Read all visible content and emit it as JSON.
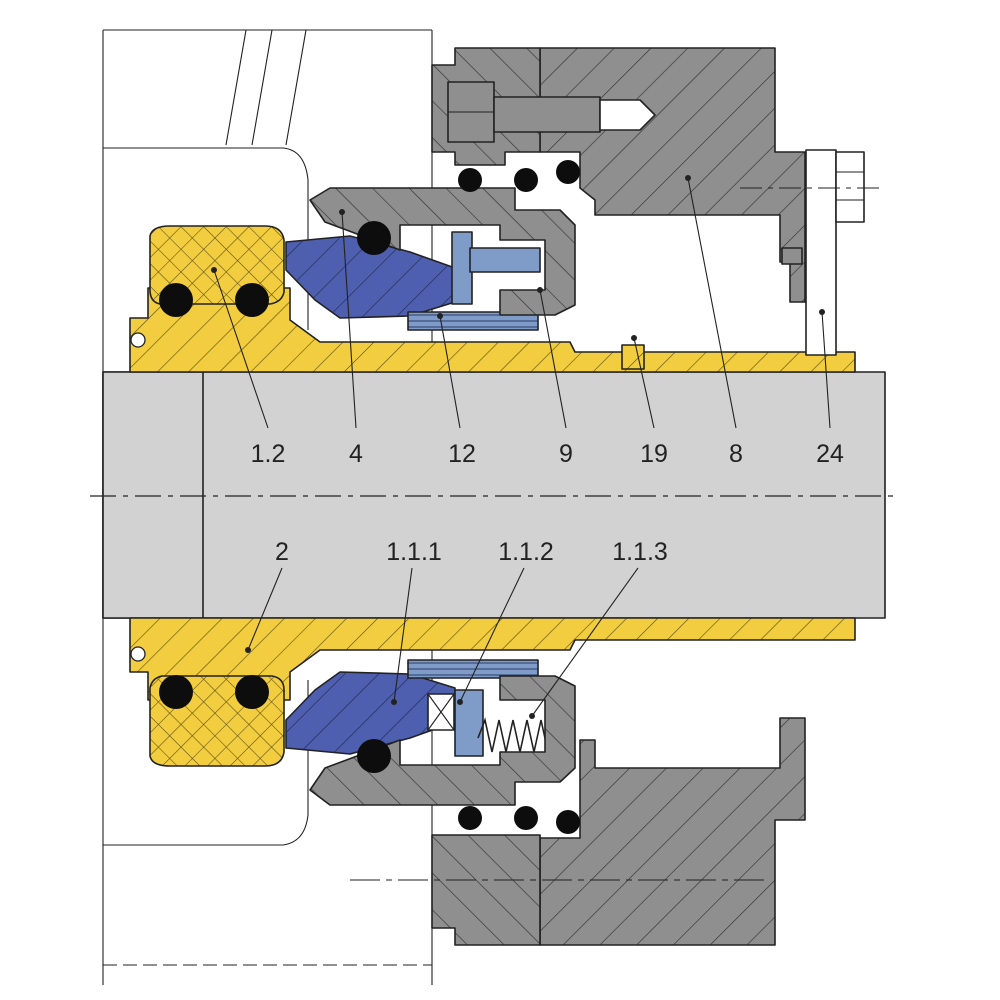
{
  "colors": {
    "shaft": "#d2d2d2",
    "sleeve_yellow": "#f1cd3f",
    "seal_face_blue": "#4d5fae",
    "spring_part_blue": "#7f9cc9",
    "gland_grey": "#8f8f8f",
    "oring_black": "#0d0d0d",
    "outline": "#222222"
  },
  "callouts_top": [
    {
      "id": "c-1-2",
      "text": "1.2"
    },
    {
      "id": "c-4",
      "text": "4"
    },
    {
      "id": "c-12",
      "text": "12"
    },
    {
      "id": "c-9",
      "text": "9"
    },
    {
      "id": "c-19",
      "text": "19"
    },
    {
      "id": "c-8",
      "text": "8"
    },
    {
      "id": "c-24",
      "text": "24"
    }
  ],
  "callouts_bottom": [
    {
      "id": "c-2",
      "text": "2"
    },
    {
      "id": "c-1-1-1",
      "text": "1.1.1"
    },
    {
      "id": "c-1-1-2",
      "text": "1.1.2"
    },
    {
      "id": "c-1-1-3",
      "text": "1.1.3"
    }
  ]
}
